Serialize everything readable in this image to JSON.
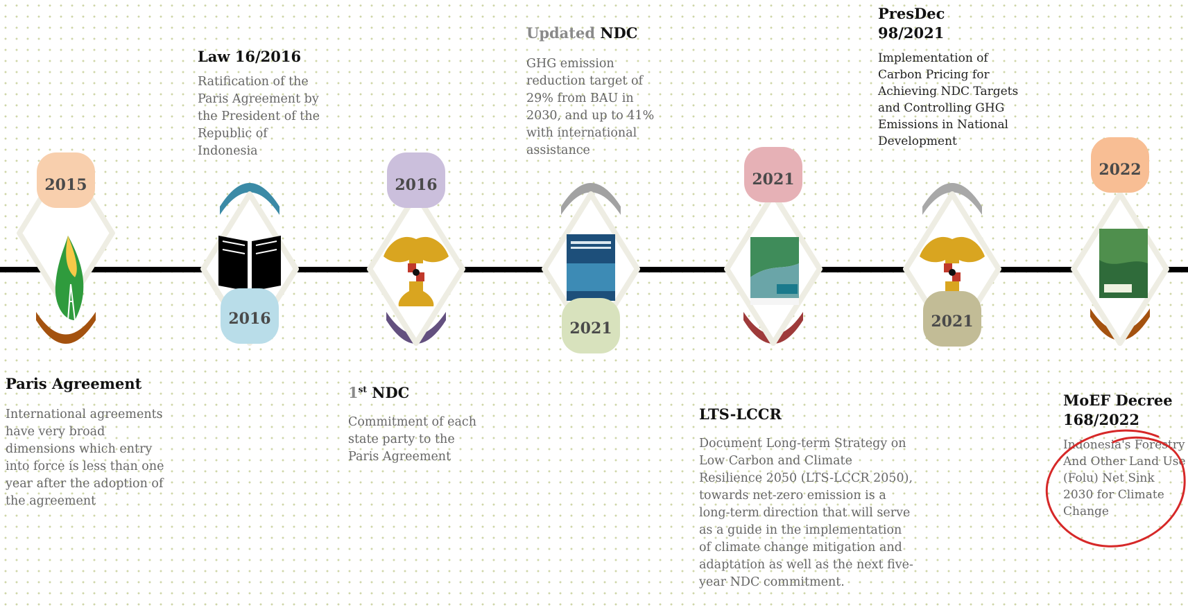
{
  "events": [
    {
      "year": "2015",
      "title": "Paris Agreement",
      "description": "International agreements have very broad dimensions which entry into force is less than one year after the adoption of the agreement",
      "image": "leaf-eiffel-icon"
    },
    {
      "year": "2016",
      "title": "Law 16/2016",
      "description": "Ratification of the Paris Agreement by the President of the Republic of Indonesia",
      "image": "open-book-icon"
    },
    {
      "year": "2016",
      "title_sup": "st",
      "title_main": "NDC",
      "title_prefix": "1",
      "description": "Commitment of each state party to the Paris Agreement",
      "image": "garuda-emblem-icon"
    },
    {
      "year": "2021",
      "title_muted": "Updated",
      "title_main": "NDC",
      "description": "GHG emission reduction target of 29% from BAU in 2030, and up to 41% with international assistance",
      "image": "updated-ndc-document-cover"
    },
    {
      "year": "2021",
      "title": "LTS-LCCR",
      "description": "Document Long-term Strategy on Low Carbon and Climate Resilience 2050 (LTS-LCCR 2050), towards net-zero emission is a long-term direction that will serve as a guide in the implementation of climate change mitigation and adaptation as well as the next five-year NDC commitment.",
      "image": "lts-lccr-document-cover"
    },
    {
      "year": "2021",
      "title": "PresDec 98/2021",
      "description": "Implementation of Carbon Pricing for Achieving NDC Targets and Controlling GHG Emissions in National Development",
      "image": "garuda-emblem-icon"
    },
    {
      "year": "2022",
      "title": "MoEF Decree 168/2022",
      "description": "Indonesia's Forestry And Other Land Use (Folu) Net Sink 2030 for Climate Change",
      "image": "folu-document-cover"
    }
  ],
  "colors": {
    "badges": [
      "#f8cfad",
      "#b9dde9",
      "#cbbfdc",
      "#d8e2bd",
      "#e6b1b6",
      "#c2bc96",
      "#f8be94"
    ],
    "arcs": [
      "#a4520f",
      "#3b8aa6",
      "#63507f",
      "#a2a2a2",
      "#9e3a3a",
      "#a8a8a8",
      "#a4520f"
    ],
    "line": "#000000",
    "annotation": "#d62828"
  }
}
